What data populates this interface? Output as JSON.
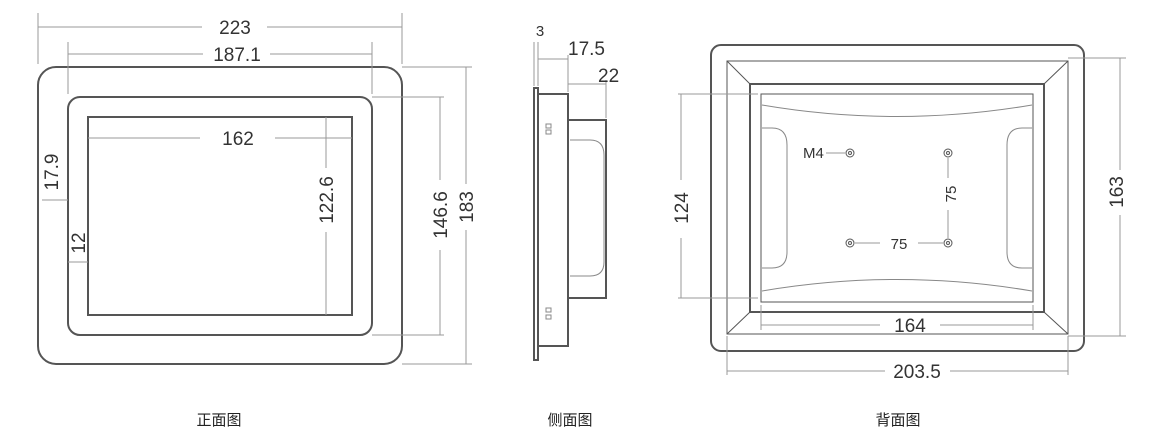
{
  "front": {
    "caption": "正面图",
    "dim_width": "223",
    "dim_inner_width": "187.1",
    "dim_screen_width": "162",
    "dim_side_margin": "17.9",
    "dim_bottom_margin": "12",
    "dim_screen_height": "122.6",
    "dim_inner_height": "146.6",
    "dim_height": "183"
  },
  "side": {
    "caption": "侧面图",
    "dim_front": "3",
    "dim_depth": "17.5",
    "dim_total_depth": "22"
  },
  "back": {
    "caption": "背面图",
    "label_thread": "M4",
    "dim_hole_v": "75",
    "dim_hole_h": "75",
    "dim_height": "124",
    "dim_width": "164",
    "dim_total_width": "203.5",
    "dim_total_height": "163"
  }
}
